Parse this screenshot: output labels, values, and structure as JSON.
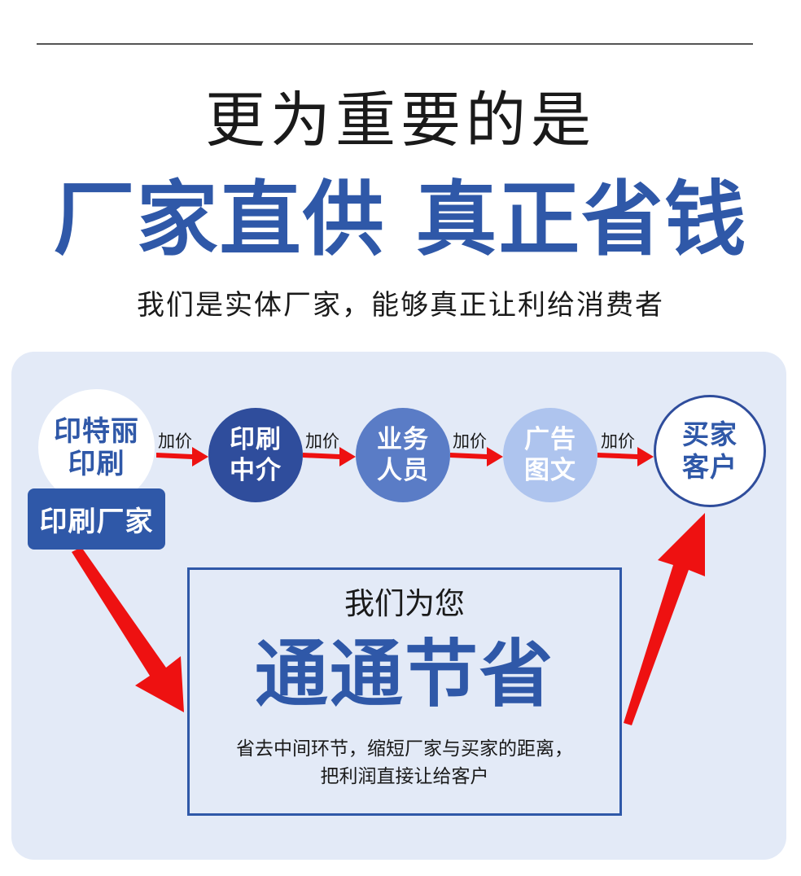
{
  "headline": {
    "line1": "更为重要的是",
    "line2": "厂家直供 真正省钱",
    "line3": "我们是实体厂家，能够真正让利给消费者"
  },
  "flow": {
    "factory": {
      "line1": "印特丽",
      "line2": "印刷",
      "tag": "印刷厂家"
    },
    "agent": {
      "line1": "印刷",
      "line2": "中介"
    },
    "sales": {
      "line1": "业务",
      "line2": "人员"
    },
    "ads": {
      "line1": "广告",
      "line2": "图文"
    },
    "buyer": {
      "line1": "买家",
      "line2": "客户"
    },
    "markups": [
      "加价",
      "加价",
      "加价",
      "加价"
    ]
  },
  "savings": {
    "subtitle": "我们为您",
    "title": "通通节省",
    "desc_line1": "省去中间环节，缩短厂家与买家的距离，",
    "desc_line2": "把利润直接让给客户"
  },
  "colors": {
    "brand_blue": "#2f58a8",
    "panel_bg": "#e3eaf7",
    "arrow_red": "#ee1111"
  }
}
